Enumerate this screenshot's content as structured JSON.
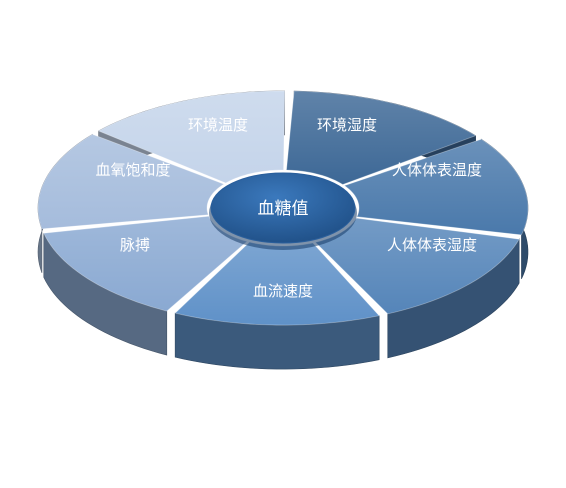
{
  "diagram": {
    "center": {
      "label": "血糖值",
      "color": "#2a5f9c"
    },
    "segments": [
      {
        "key": "env-humidity",
        "label": "环境湿度",
        "color": "#3d6896"
      },
      {
        "key": "body-temp",
        "label": "人体体表温度",
        "color": "#4a79ab"
      },
      {
        "key": "body-humidity",
        "label": "人体体表湿度",
        "color": "#5585b9"
      },
      {
        "key": "blood-flow",
        "label": "血流速度",
        "color": "#5f91c8"
      },
      {
        "key": "pulse",
        "label": "脉搏",
        "color": "#8aa9d2"
      },
      {
        "key": "blood-oxygen",
        "label": "血氧饱和度",
        "color": "#a5bcdc"
      },
      {
        "key": "env-temp",
        "label": "环境温度",
        "color": "#c4d4ea"
      }
    ]
  }
}
